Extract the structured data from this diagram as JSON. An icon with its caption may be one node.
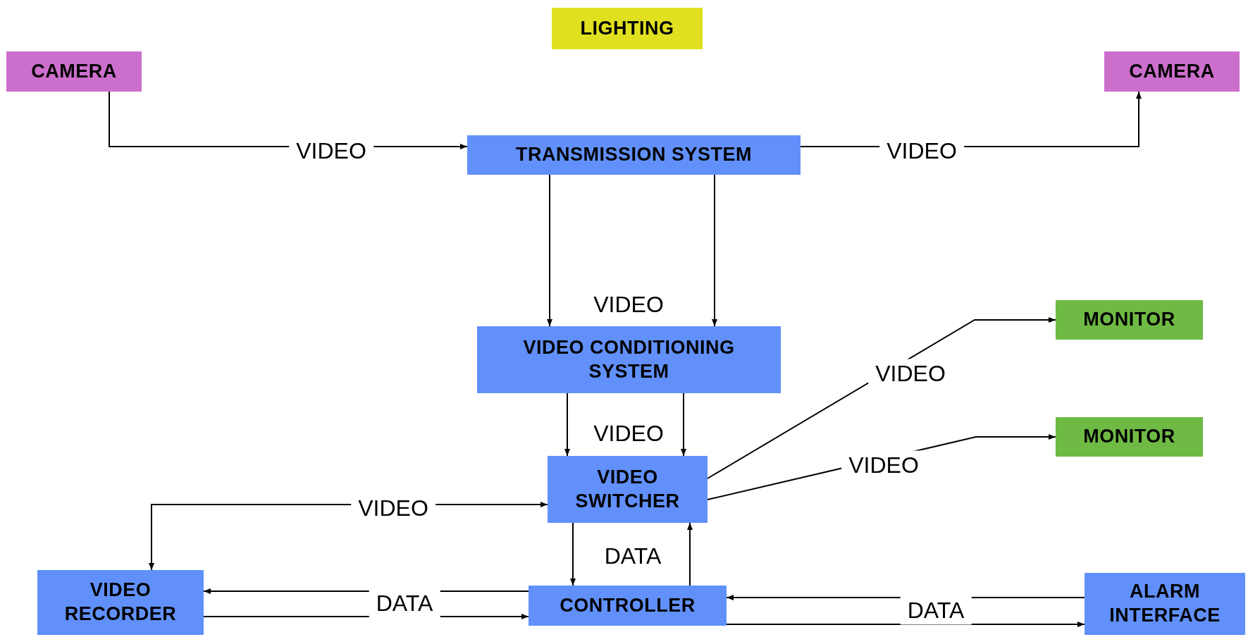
{
  "diagram": {
    "nodes": [
      {
        "text": [
          "LIGHTING"
        ]
      },
      {
        "text": [
          "CAMERA"
        ]
      },
      {
        "text": [
          "CAMERA"
        ]
      },
      {
        "text": [
          "TRANSMISSION SYSTEM"
        ]
      },
      {
        "text": [
          "VIDEO CONDITIONING SYSTEM"
        ]
      },
      {
        "text": [
          "MONITOR"
        ]
      },
      {
        "text": [
          "MONITOR"
        ]
      },
      {
        "text": [
          "VIDEO SWITCHER"
        ]
      },
      {
        "text": [
          "VIDEO RECORDER"
        ]
      },
      {
        "text": [
          "CONTROLLER"
        ]
      },
      {
        "text": [
          "ALARM INTERFACE"
        ]
      }
    ],
    "edges": [
      {
        "from": 1,
        "to": 3,
        "arrow": "to",
        "label": "VIDEO"
      },
      {
        "from": 3,
        "to": 2,
        "arrow": "to",
        "label": "VIDEO"
      },
      {
        "from": 3,
        "to": 4,
        "arrow": "to"
      },
      {
        "from": 3,
        "to": 4,
        "arrow": "to",
        "label": "VIDEO"
      },
      {
        "from": 4,
        "to": 7,
        "arrow": "to"
      },
      {
        "from": 4,
        "to": 7,
        "arrow": "to",
        "label": "VIDEO"
      },
      {
        "from": 7,
        "to": 5,
        "arrow": "to",
        "label": "VIDEO"
      },
      {
        "from": 7,
        "to": 6,
        "arrow": "to",
        "label": "VIDEO"
      },
      {
        "from": 7,
        "to": 8,
        "arrow": "both",
        "label": "VIDEO"
      },
      {
        "from": 7,
        "to": 9,
        "arrow": "to"
      },
      {
        "from": 9,
        "to": 7,
        "arrow": "to",
        "label": "DATA"
      },
      {
        "from": 9,
        "to": 8,
        "arrow": "to",
        "label": "DATA"
      },
      {
        "from": 8,
        "to": 9,
        "arrow": "to"
      },
      {
        "from": 10,
        "to": 9,
        "arrow": "to",
        "label": "DATA"
      },
      {
        "from": 9,
        "to": 10,
        "arrow": "to"
      }
    ]
  }
}
